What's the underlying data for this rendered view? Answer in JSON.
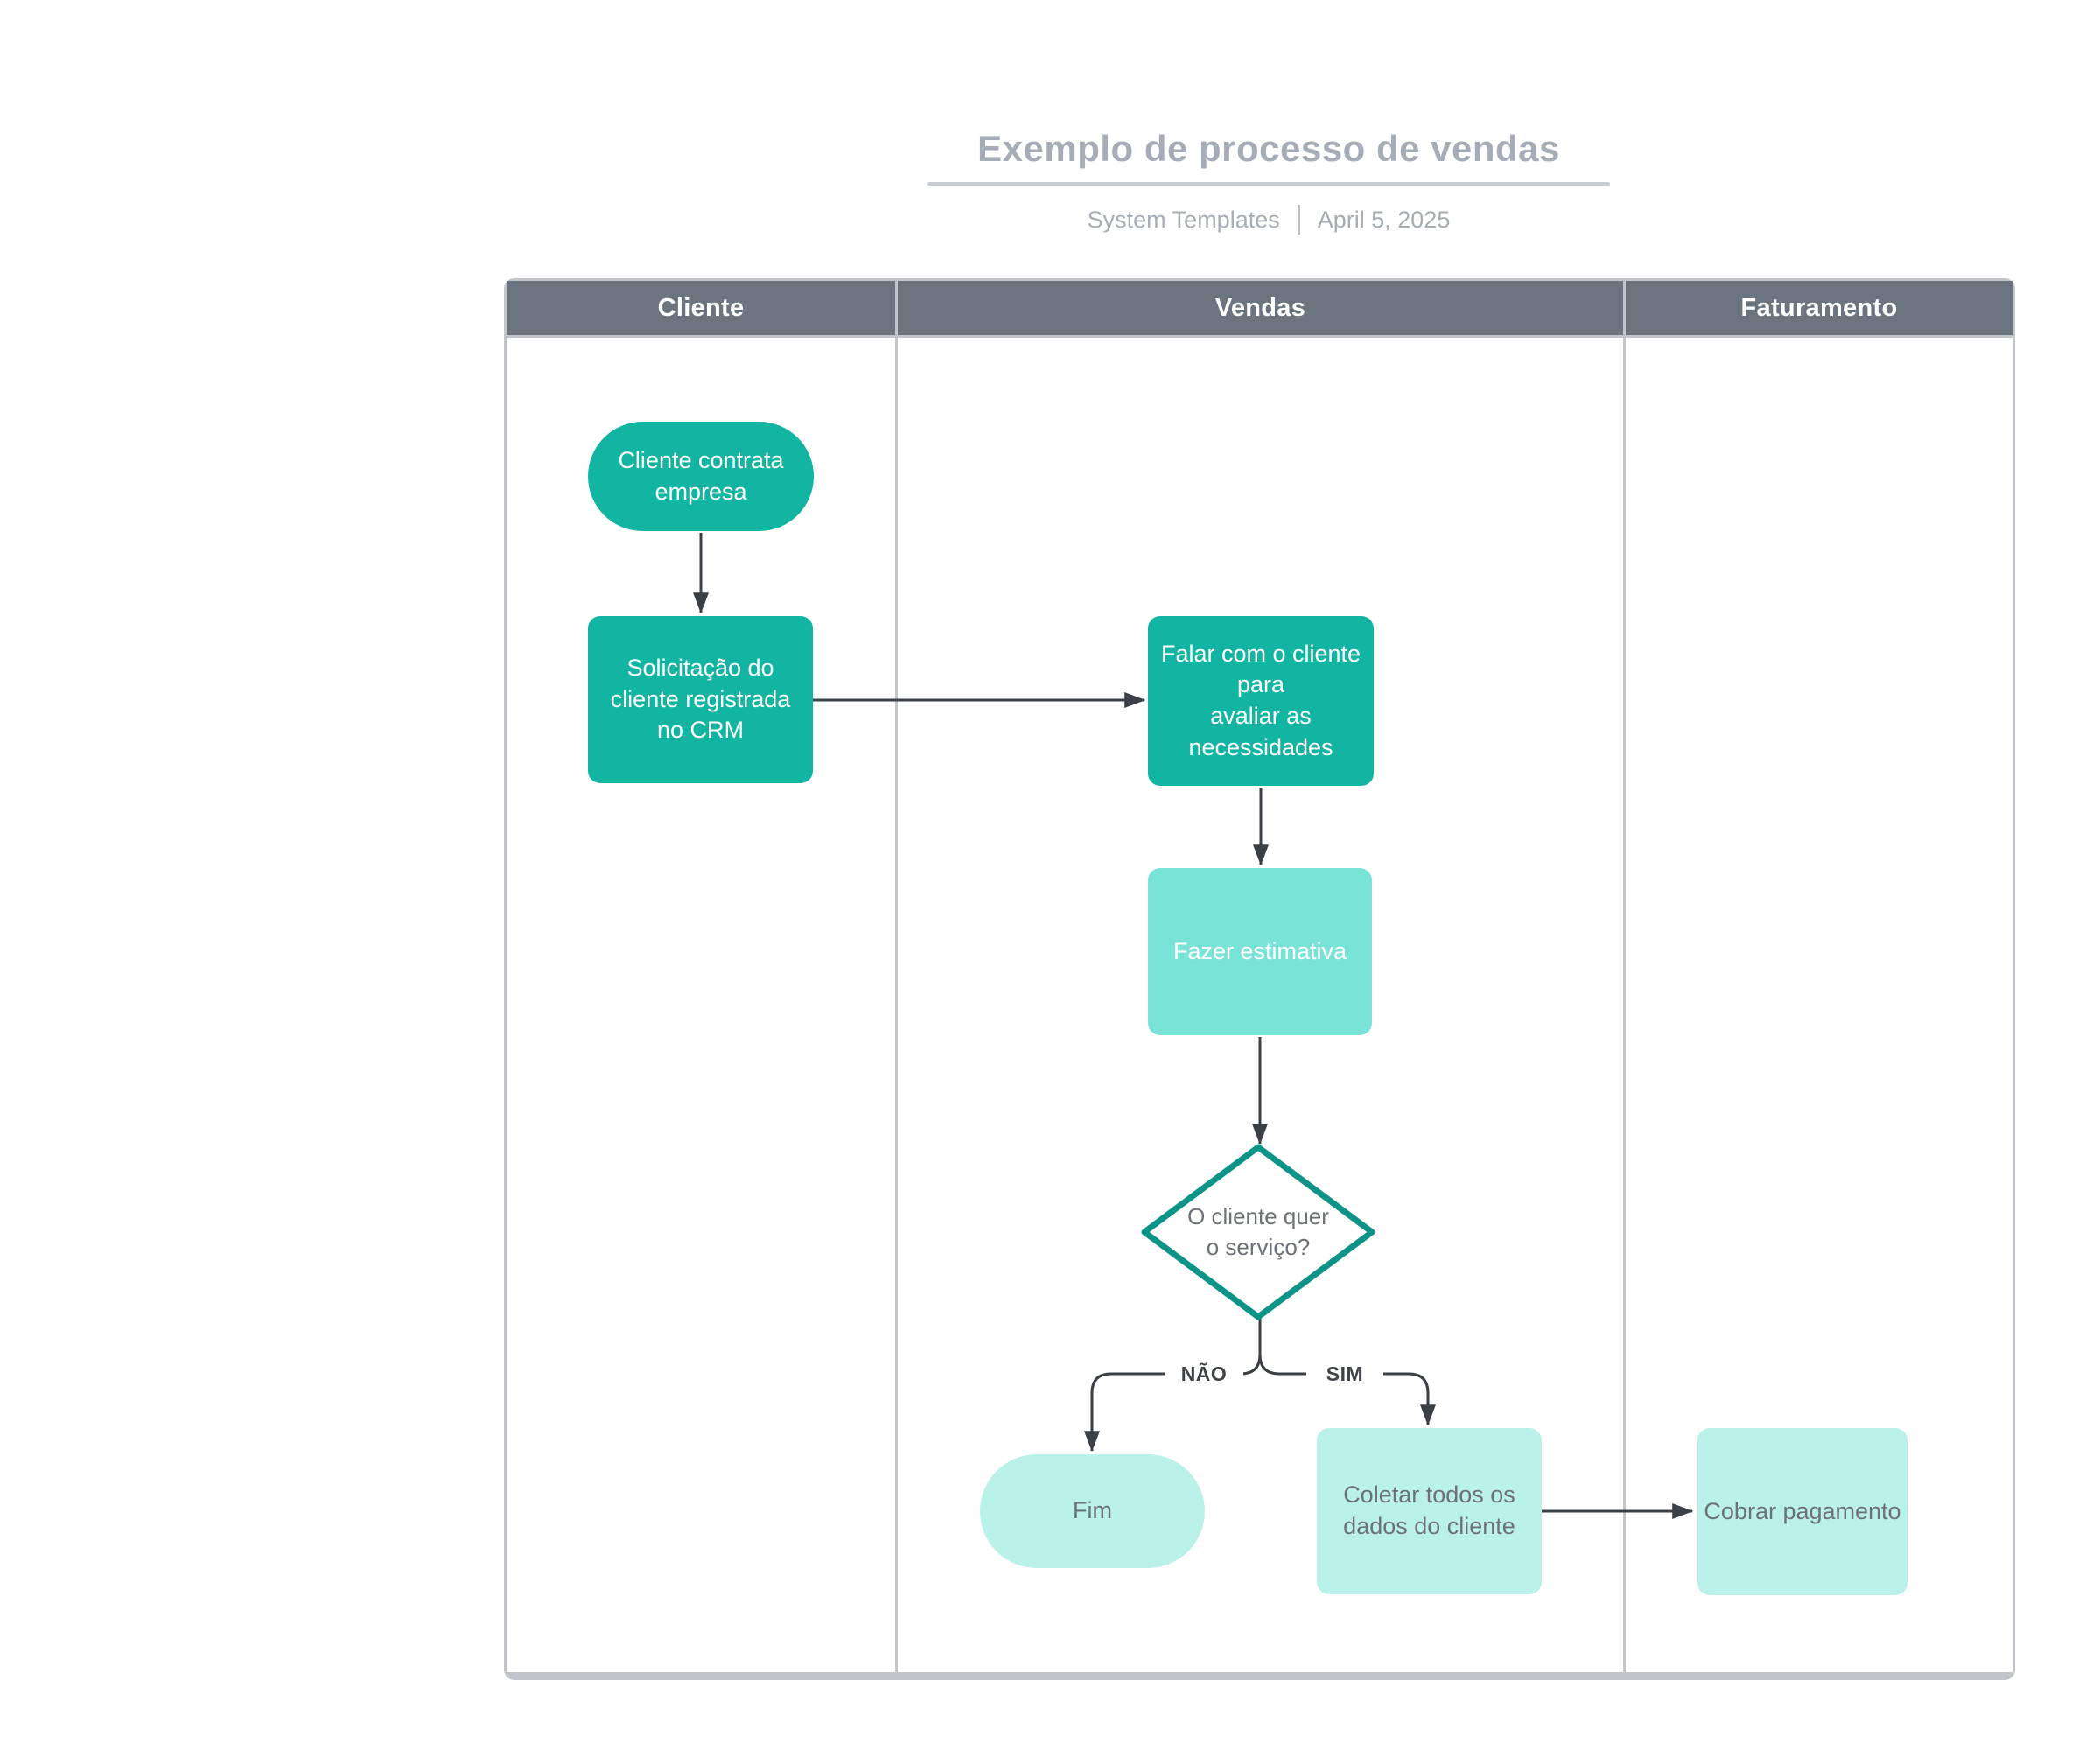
{
  "header": {
    "title": "Exemplo de processo de vendas",
    "author": "System Templates",
    "date": "April 5, 2025"
  },
  "lanes": [
    {
      "label": "Cliente"
    },
    {
      "label": "Vendas"
    },
    {
      "label": "Faturamento"
    }
  ],
  "nodes": {
    "start": {
      "type": "terminator",
      "lane": "Cliente",
      "label": "Cliente contrata\nempresa"
    },
    "crm": {
      "type": "process",
      "lane": "Cliente",
      "label": "Solicitação do\ncliente registrada\nno CRM"
    },
    "talk": {
      "type": "process",
      "lane": "Vendas",
      "label": "Falar com o cliente\npara\navaliar as\nnecessidades"
    },
    "estimate": {
      "type": "process",
      "lane": "Vendas",
      "label": "Fazer estimativa"
    },
    "decision": {
      "type": "decision",
      "lane": "Vendas",
      "label": "O cliente quer\no serviço?"
    },
    "end": {
      "type": "terminator",
      "lane": "Vendas",
      "label": "Fim"
    },
    "collect": {
      "type": "process",
      "lane": "Vendas",
      "label": "Coletar todos os\ndados do cliente"
    },
    "charge": {
      "type": "process",
      "lane": "Faturamento",
      "label": "Cobrar pagamento"
    }
  },
  "edges": {
    "no_label": "NÃO",
    "yes_label": "SIM"
  },
  "colors": {
    "teal-dark": "#12b5a2",
    "teal-mid": "#79e3d8",
    "teal-pale": "#baf1e9",
    "diamond-stroke": "#0d9488",
    "line": "#3b4046",
    "header-bg": "#6c7480",
    "border": "#c2c5ca",
    "title-gray": "#a7adb7",
    "underline": "#c9ccd2",
    "sep": "#b9bec6",
    "text-gray": "#6d7278",
    "label-dark": "#3e434a"
  }
}
